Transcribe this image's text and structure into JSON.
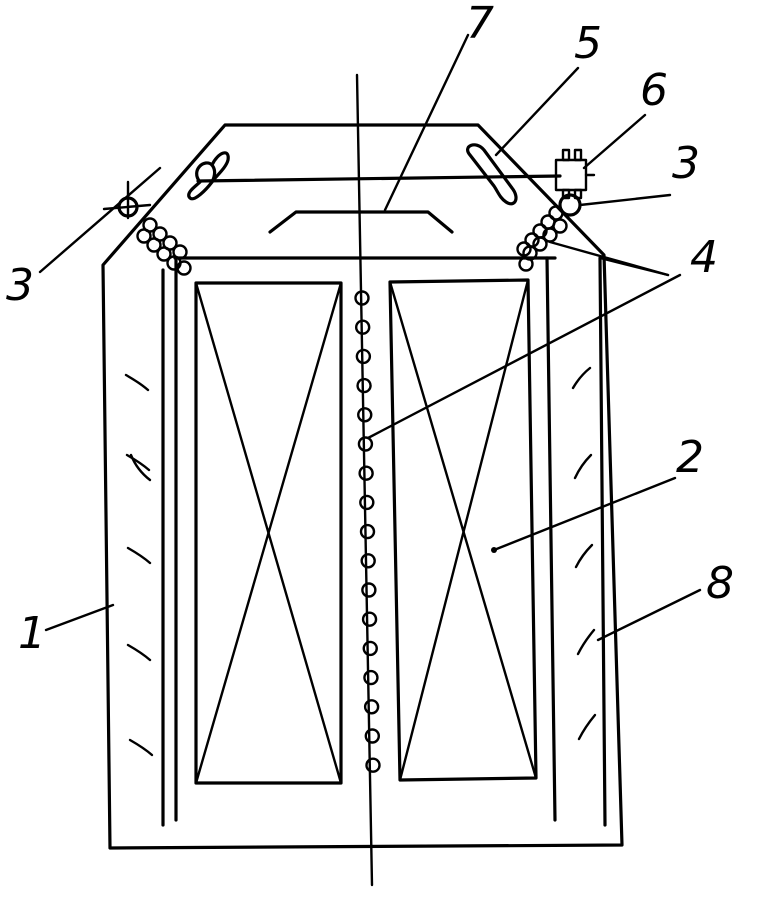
{
  "diagram": {
    "labels": {
      "housing": "1",
      "core_right": "2",
      "roller_left": "3",
      "roller_right": "3",
      "coils": "4",
      "fan": "5",
      "motor": "6",
      "hood": "7",
      "vanes": "8"
    }
  }
}
